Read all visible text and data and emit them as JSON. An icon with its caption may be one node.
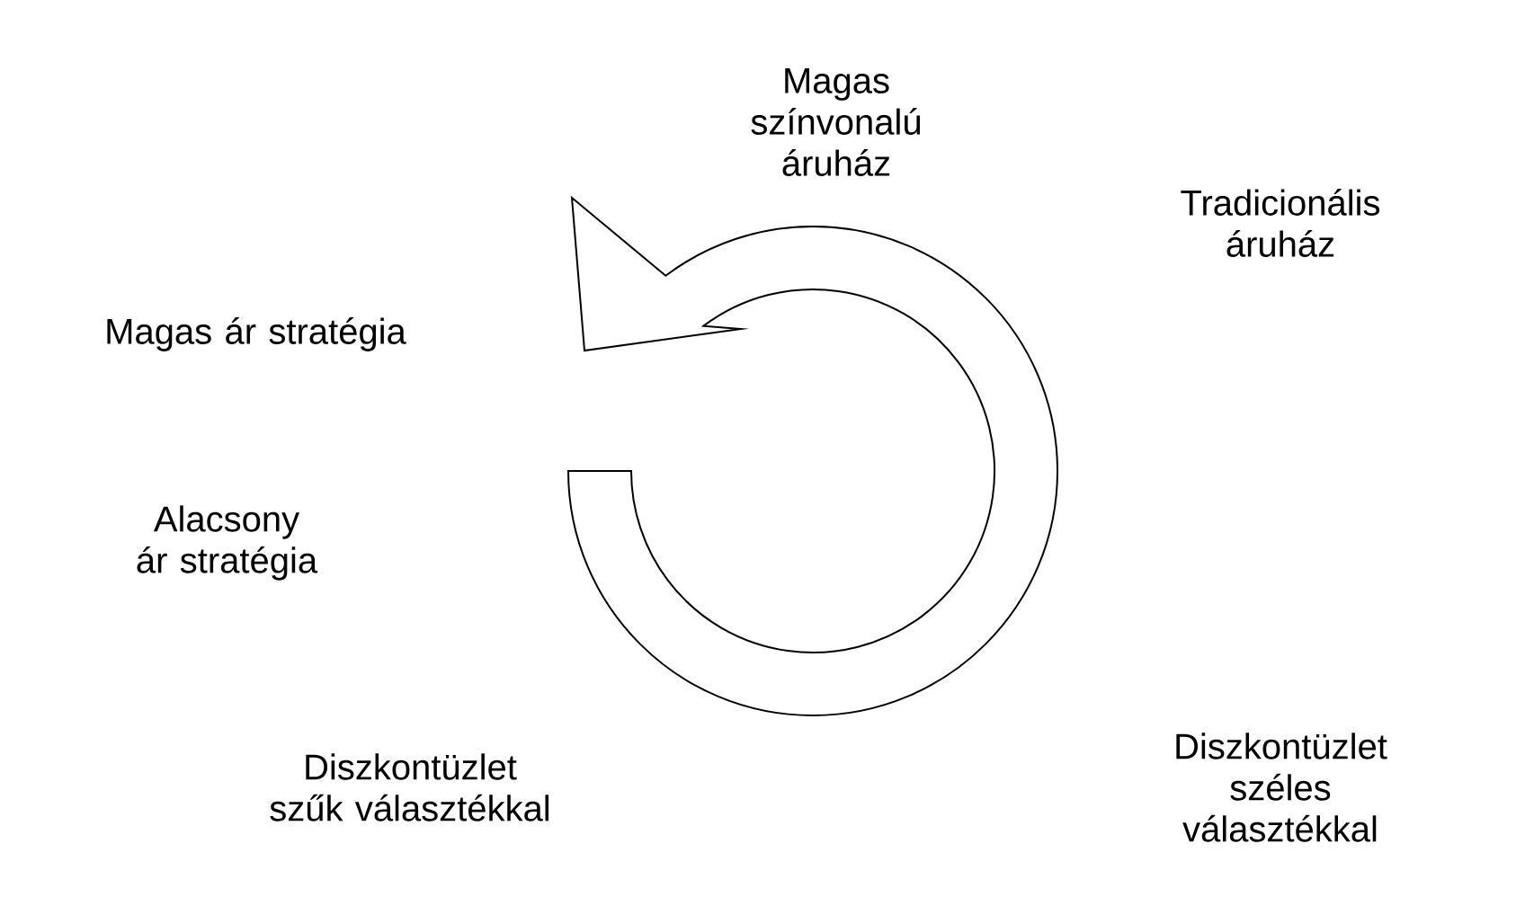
{
  "diagram": {
    "labels": [
      "Magas színvonalú áruház",
      "Tradicionális áruház",
      "Magas ár stratégia",
      "Alacsony ár stratégia",
      "Diszkontüzlet szűk választékkal",
      "Diszkontüzlet széles választékkal"
    ]
  }
}
